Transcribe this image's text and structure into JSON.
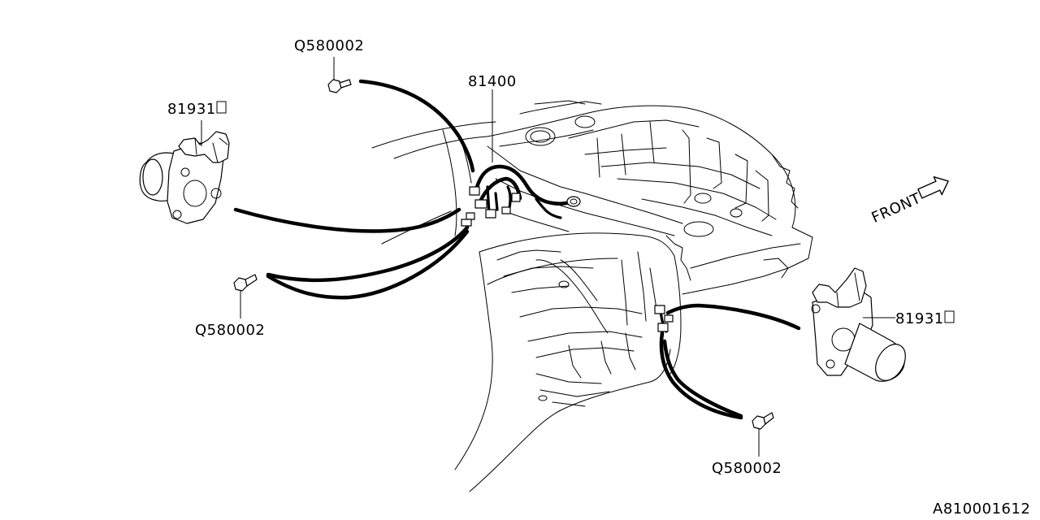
{
  "callouts": {
    "bolt_top": "Q580002",
    "bolt_left": "Q580002",
    "bolt_bottom": "Q580002",
    "harness": "81400",
    "motor_left": "81931",
    "motor_right": "81931"
  },
  "front_label": "FRONT",
  "figure_id": "A810001612"
}
